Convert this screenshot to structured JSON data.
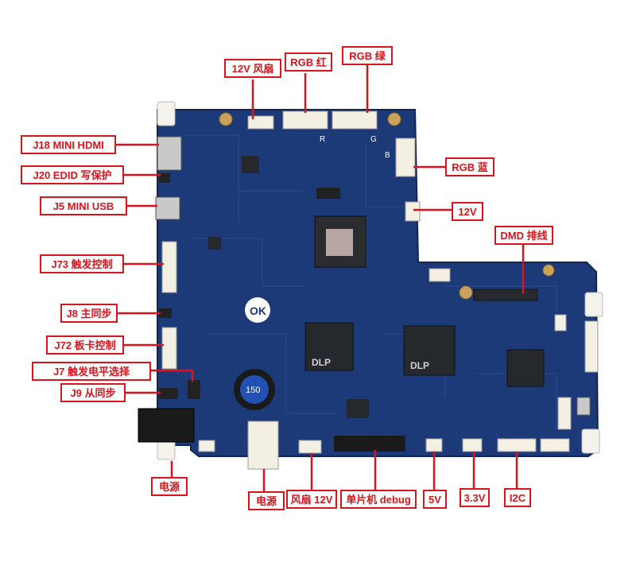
{
  "colors": {
    "accent": "#d9141c",
    "pcb": "#1c3a78",
    "pcb_dark": "#0f2452"
  },
  "labels": {
    "fan_12v_top": "12V 风扇",
    "rgb_red": "RGB 红",
    "rgb_green": "RGB 绿",
    "j18": "J18 MINI HDMI",
    "rgb_blue": "RGB 蓝",
    "j20": "J20 EDID 写保护",
    "j5": "J5 MINI USB",
    "v12_right": "12V",
    "dmd": "DMD 排线",
    "j73": "J73 触发控制",
    "j8": "J8 主同步",
    "j72": "J72 板卡控制",
    "j7": "J7 触发电平选择",
    "j9": "J9 从同步",
    "power_left": "电源",
    "power_bottom": "电源",
    "fan_12v_bottom": "风扇 12V",
    "mcu_debug": "单片机 debug",
    "v5": "5V",
    "v33": "3.3V",
    "i2c": "I2C"
  },
  "chip_marks": {
    "inductor": "150",
    "ok_logo": "OK",
    "dlp_left": "DLP",
    "dlp_right": "DLP",
    "pin_r": "R",
    "pin_g": "G",
    "pin_b": "B"
  }
}
